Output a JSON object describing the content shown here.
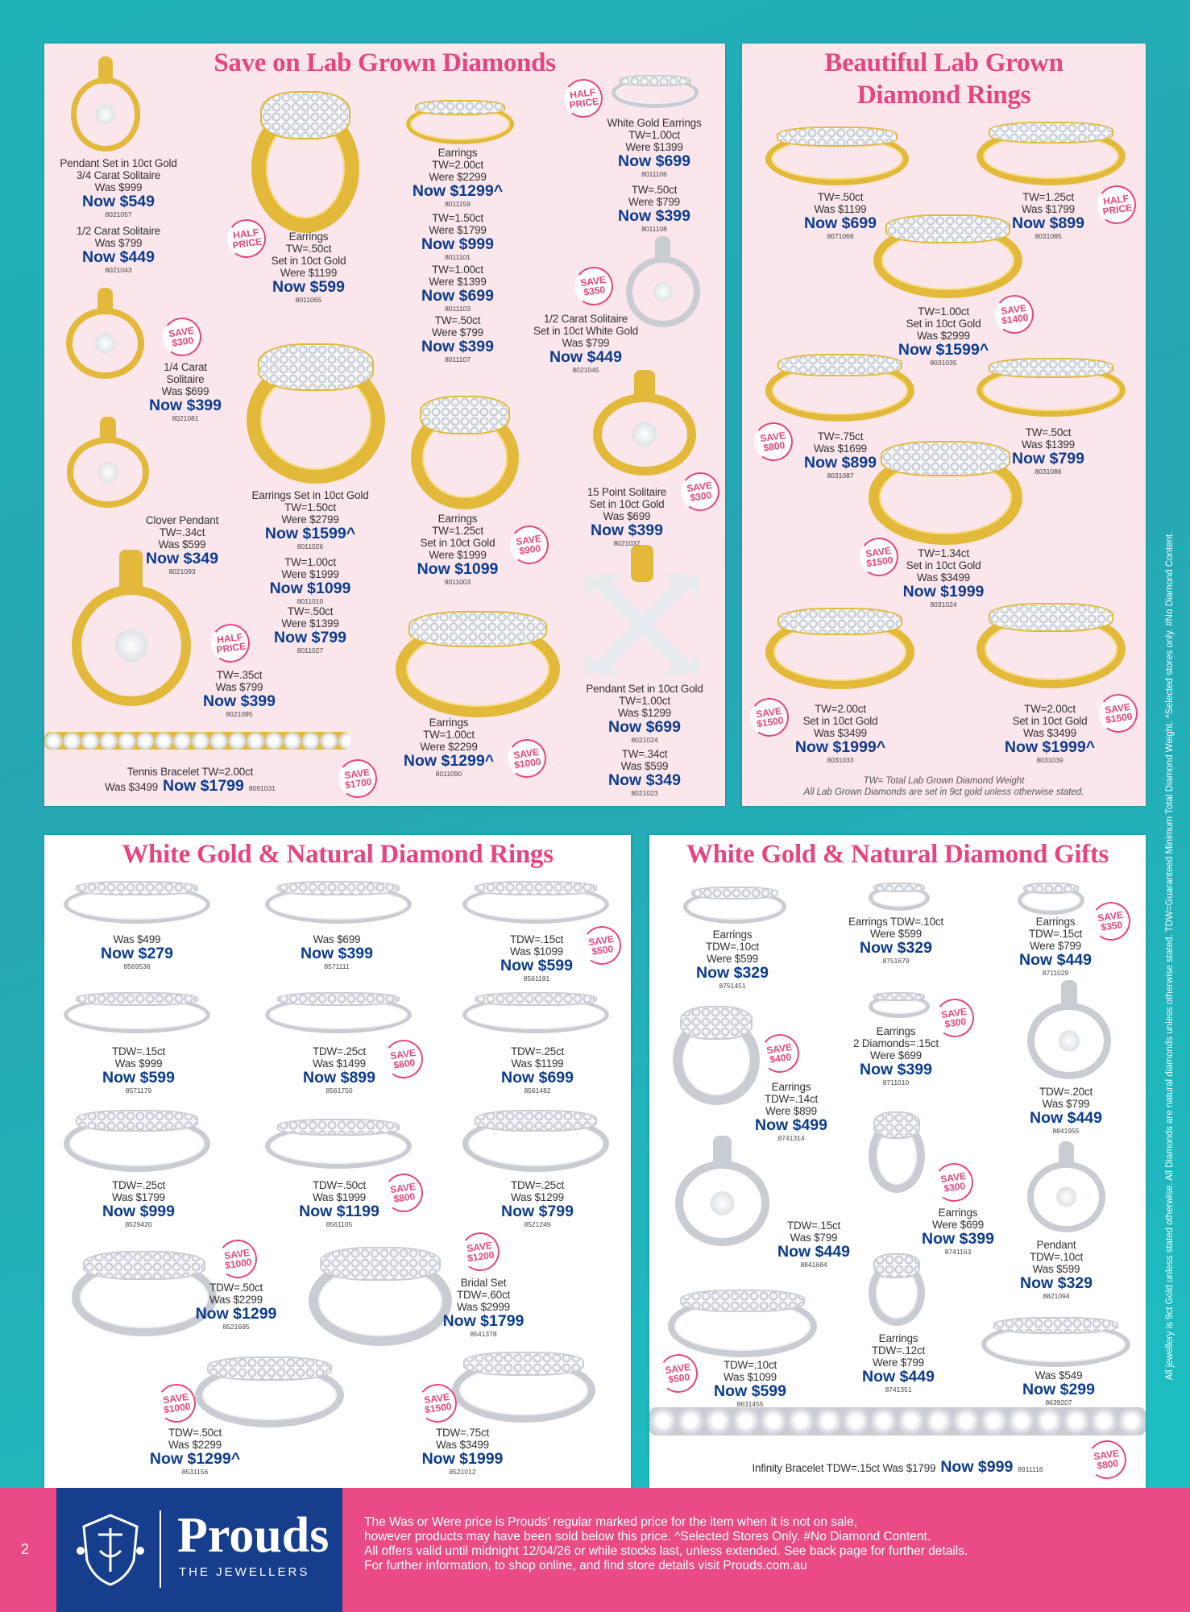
{
  "panels": [
    {
      "title": "Save on Lab Grown Diamonds",
      "products": [
        {
          "lines": [
            "Pendant Set in 10ct Gold",
            "3/4 Carat Solitaire",
            "Was $999"
          ],
          "now": "Now $549",
          "code": "8021057",
          "badge": "",
          "image": "gold-pendant"
        },
        {
          "lines": [
            "1/2 Carat Solitaire",
            "Was $799"
          ],
          "now": "Now $449",
          "code": "8021043",
          "badge": "",
          "image": ""
        },
        {
          "lines": [
            "Earrings",
            "TW=.50ct",
            "Set in 10ct Gold",
            "Were $1199"
          ],
          "now": "Now $599",
          "code": "8011065",
          "badge": "HALF PRICE",
          "image": "gold-drop-earrings"
        },
        {
          "lines": [
            "Earrings",
            "TW=2.00ct",
            "Were $2299"
          ],
          "now": "Now $1299^",
          "code": "8011159",
          "badge": "",
          "image": "gold-stud-earrings"
        },
        {
          "lines": [
            "TW=1.50ct",
            "Were $1799"
          ],
          "now": "Now $999",
          "code": "8011101",
          "badge": "",
          "image": ""
        },
        {
          "lines": [
            "TW=1.00ct",
            "Were $1399"
          ],
          "now": "Now $699",
          "code": "8011103",
          "badge": "",
          "image": ""
        },
        {
          "lines": [
            "TW=.50ct",
            "Were $799"
          ],
          "now": "Now $399",
          "code": "8011107",
          "badge": "",
          "image": ""
        },
        {
          "lines": [
            "White Gold Earrings",
            "TW=1.00ct",
            "Were $1399"
          ],
          "now": "Now $699",
          "code": "8011106",
          "badge": "HALF PRICE",
          "image": "white-stud-earrings"
        },
        {
          "lines": [
            "TW=.50ct",
            "Were $799"
          ],
          "now": "Now $399",
          "code": "8011108",
          "badge": "",
          "image": ""
        },
        {
          "lines": [
            "1/2 Carat Solitaire",
            "Set in 10ct White Gold",
            "Was $799"
          ],
          "now": "Now $449",
          "code": "8021045",
          "badge": "SAVE $350",
          "image": "white-pendant"
        },
        {
          "lines": [
            "1/4 Carat",
            "Solitaire",
            "Was $699"
          ],
          "now": "Now $399",
          "code": "8021081",
          "badge": "SAVE $300",
          "image": "gold-pendant"
        },
        {
          "lines": [
            "Clover Pendant",
            "TW=.34ct",
            "Was $599"
          ],
          "now": "Now $349",
          "code": "8021093",
          "badge": "",
          "image": "gold-pendant"
        },
        {
          "lines": [
            "Earrings Set in 10ct Gold",
            "TW=1.50ct",
            "Were $2799"
          ],
          "now": "Now $1599^",
          "code": "8011026",
          "badge": "",
          "image": "gold-hoop-earrings"
        },
        {
          "lines": [
            "TW=1.00ct",
            "Were $1999"
          ],
          "now": "Now $1099",
          "code": "8011010",
          "badge": "",
          "image": ""
        },
        {
          "lines": [
            "TW=.50ct",
            "Were $1399"
          ],
          "now": "Now $799",
          "code": "8011027",
          "badge": "",
          "image": ""
        },
        {
          "lines": [
            "Earrings",
            "TW=1.25ct",
            "Set in 10ct Gold",
            "Were $1999"
          ],
          "now": "Now $1099",
          "code": "8011003",
          "badge": "SAVE $900",
          "image": "gold-hoop-earrings"
        },
        {
          "lines": [
            "15 Point Solitaire",
            "Set in 10ct Gold",
            "Was $699"
          ],
          "now": "Now $399",
          "code": "8021037",
          "badge": "SAVE $300",
          "image": "gold-pendant"
        },
        {
          "lines": [
            "TW=.35ct",
            "Was $799"
          ],
          "now": "Now $399",
          "code": "8021095",
          "badge": "HALF PRICE",
          "image": "gold-pendant"
        },
        {
          "lines": [
            "Tennis Bracelet TW=2.00ct",
            "Was $3499"
          ],
          "now": "Now $1799",
          "code": "8091031",
          "badge": "SAVE $1700",
          "image": "gold-bracelet"
        },
        {
          "lines": [
            "Earrings",
            "TW=1.00ct",
            "Were $2299"
          ],
          "now": "Now $1299^",
          "code": "8011090",
          "badge": "SAVE $1000",
          "image": "gold-hoop-earrings"
        },
        {
          "lines": [
            "Pendant Set in 10ct Gold",
            "TW=1.00ct",
            "Was $1299"
          ],
          "now": "Now $699",
          "code": "8021024",
          "badge": "",
          "image": "gold-cross-pendant"
        },
        {
          "lines": [
            "TW=.34ct",
            "Was $599"
          ],
          "now": "Now $349",
          "code": "8021023",
          "badge": "",
          "image": ""
        }
      ]
    },
    {
      "title": "Beautiful Lab Grown Diamond Rings",
      "note": [
        "TW= Total Lab Grown Diamond Weight",
        "All Lab Grown Diamonds are set in 9ct gold unless otherwise stated."
      ],
      "products": [
        {
          "lines": [
            "TW=.50ct",
            "Was $1199"
          ],
          "now": "Now $699",
          "code": "8071069",
          "badge": "",
          "image": "gold-ring"
        },
        {
          "lines": [
            "TW=1.25ct",
            "Was $1799"
          ],
          "now": "Now $899",
          "code": "8031085",
          "badge": "HALF PRICE",
          "image": "gold-ring"
        },
        {
          "lines": [
            "TW=1.00ct",
            "Set in 10ct Gold",
            "Was $2999"
          ],
          "now": "Now $1599^",
          "code": "8031035",
          "badge": "SAVE $1400",
          "image": "gold-ring"
        },
        {
          "lines": [
            "TW=.75ct",
            "Was $1699"
          ],
          "now": "Now $899",
          "code": "8031087",
          "badge": "SAVE $800",
          "image": "gold-ring"
        },
        {
          "lines": [
            "TW=.50ct",
            "Was $1399"
          ],
          "now": "Now $799",
          "code": "8031086",
          "badge": "",
          "image": "gold-ring"
        },
        {
          "lines": [
            "TW=1.34ct",
            "Set in 10ct Gold",
            "Was $3499"
          ],
          "now": "Now $1999",
          "code": "8031024",
          "badge": "SAVE $1500",
          "image": "gold-ring"
        },
        {
          "lines": [
            "TW=2.00ct",
            "Set in 10ct Gold",
            "Was $3499"
          ],
          "now": "Now $1999^",
          "code": "8031033",
          "badge": "SAVE $1500",
          "image": "gold-ring"
        },
        {
          "lines": [
            "TW=2.00ct",
            "Set in 10ct Gold",
            "Was $3499"
          ],
          "now": "Now $1999^",
          "code": "8031039",
          "badge": "SAVE $1500",
          "image": "gold-ring"
        }
      ]
    },
    {
      "title": "White Gold & Natural Diamond Rings",
      "products": [
        {
          "lines": [
            "Was $499"
          ],
          "now": "Now $279",
          "code": "8569536",
          "badge": "",
          "image": "white-ring"
        },
        {
          "lines": [
            "Was $699"
          ],
          "now": "Now $399",
          "code": "8571111",
          "badge": "",
          "image": "white-ring"
        },
        {
          "lines": [
            "TDW=.15ct",
            "Was $1099"
          ],
          "now": "Now $599",
          "code": "8561181",
          "badge": "SAVE $500",
          "image": "white-ring"
        },
        {
          "lines": [
            "TDW=.15ct",
            "Was $999"
          ],
          "now": "Now $599",
          "code": "8571179",
          "badge": "",
          "image": "white-ring"
        },
        {
          "lines": [
            "TDW=.25ct",
            "Was $1499"
          ],
          "now": "Now $899",
          "code": "8561750",
          "badge": "SAVE $600",
          "image": "white-ring"
        },
        {
          "lines": [
            "TDW=.25ct",
            "Was $1199"
          ],
          "now": "Now $699",
          "code": "8561482",
          "badge": "",
          "image": "white-ring"
        },
        {
          "lines": [
            "TDW=.25ct",
            "Was $1799"
          ],
          "now": "Now $999",
          "code": "8529420",
          "badge": "",
          "image": "white-ring"
        },
        {
          "lines": [
            "TDW=.50ct",
            "Was $1999"
          ],
          "now": "Now $1199",
          "code": "8561105",
          "badge": "SAVE $800",
          "image": "white-ring"
        },
        {
          "lines": [
            "TDW=.25ct",
            "Was $1299"
          ],
          "now": "Now $799",
          "code": "8521249",
          "badge": "",
          "image": "white-ring"
        },
        {
          "lines": [
            "TDW=.50ct",
            "Was $2299"
          ],
          "now": "Now $1299",
          "code": "8521695",
          "badge": "SAVE $1000",
          "image": "white-ring"
        },
        {
          "lines": [
            "Bridal Set",
            "TDW=.60ct",
            "Was $2999"
          ],
          "now": "Now $1799",
          "code": "8541378",
          "badge": "SAVE $1200",
          "image": "white-ring"
        },
        {
          "lines": [
            "TDW=.50ct",
            "Was $2299"
          ],
          "now": "Now $1299^",
          "code": "8531156",
          "badge": "SAVE $1000",
          "image": "white-ring"
        },
        {
          "lines": [
            "TDW=.75ct",
            "Was $3499"
          ],
          "now": "Now $1999",
          "code": "8521012",
          "badge": "SAVE $1500",
          "image": "white-ring"
        }
      ]
    },
    {
      "title": "White Gold & Natural Diamond Gifts",
      "products": [
        {
          "lines": [
            "Earrings",
            "TDW=.10ct",
            "Were $599"
          ],
          "now": "Now $329",
          "code": "8751451",
          "badge": "",
          "image": "white-stud-earrings"
        },
        {
          "lines": [
            "Earrings TDW=.10ct",
            "Were $599"
          ],
          "now": "Now $329",
          "code": "8751679",
          "badge": "",
          "image": "white-stud-earrings"
        },
        {
          "lines": [
            "Earrings",
            "TDW=.15ct",
            "Were $799"
          ],
          "now": "Now $449",
          "code": "8711029",
          "badge": "SAVE $350",
          "image": "white-stud-earrings"
        },
        {
          "lines": [
            "Earrings",
            "2 Diamonds=.15ct",
            "Were $699"
          ],
          "now": "Now $399",
          "code": "8711010",
          "badge": "SAVE $300",
          "image": "white-stud-earrings"
        },
        {
          "lines": [
            "Earrings",
            "TDW=.14ct",
            "Were $899"
          ],
          "now": "Now $499",
          "code": "8741314",
          "badge": "SAVE $400",
          "image": "white-hoop-earrings"
        },
        {
          "lines": [
            "TDW=.20ct",
            "Was $799"
          ],
          "now": "Now $449",
          "code": "8841955",
          "badge": "",
          "image": "white-pendant"
        },
        {
          "lines": [
            "TDW=.15ct",
            "Was $799"
          ],
          "now": "Now $449",
          "code": "8841684",
          "badge": "",
          "image": "white-pendant"
        },
        {
          "lines": [
            "Earrings",
            "Were $699"
          ],
          "now": "Now $399",
          "code": "8741163",
          "badge": "SAVE $300",
          "image": "white-hoop-earrings"
        },
        {
          "lines": [
            "Pendant",
            "TDW=.10ct",
            "Was $599"
          ],
          "now": "Now $329",
          "code": "8821094",
          "badge": "",
          "image": "white-pendant"
        },
        {
          "lines": [
            "TDW=.10ct",
            "Was $1099"
          ],
          "now": "Now $599",
          "code": "8631455",
          "badge": "SAVE $500",
          "image": "white-ring"
        },
        {
          "lines": [
            "Earrings",
            "TDW=.12ct",
            "Were $799"
          ],
          "now": "Now $449",
          "code": "8741351",
          "badge": "",
          "image": "white-hoop-earrings"
        },
        {
          "lines": [
            "Was $549"
          ],
          "now": "Now $299",
          "code": "8639207",
          "badge": "",
          "image": "white-ring"
        },
        {
          "lines": [
            "Infinity Bracelet TDW=.15ct Was $1799"
          ],
          "now": "Now $999",
          "code": "8911118",
          "badge": "SAVE $800",
          "image": "white-bracelet"
        }
      ]
    }
  ],
  "side_note": "All jewellery is 9ct Gold unless stated otherwise. All Diamonds are natural diamonds unless otherwise stated. TDW=Guaranteed Minimum Total Diamond Weight. ^Selected stores only. #No Diamond Content.",
  "footer": {
    "page_number": "2",
    "brand": "Prouds",
    "brand_tagline": "THE JEWELLERS",
    "disclaimer": [
      "The Was or Were price is Prouds' regular marked price for the item when it is not on sale,",
      "however products may have been sold below this price. ^Selected Stores Only.  #No Diamond Content.",
      "All offers valid until midnight 12/04/26 or while stocks last, unless extended.  See back page for further details.",
      "For further information, to shop online, and find store details visit Prouds.com.au"
    ]
  },
  "colors": {
    "title_pink": "#e6457f",
    "price_blue": "#0d3c8c",
    "footer_pink": "#ea4b85",
    "logo_navy": "#173e8c",
    "background_teal": "#1fb3b9"
  }
}
